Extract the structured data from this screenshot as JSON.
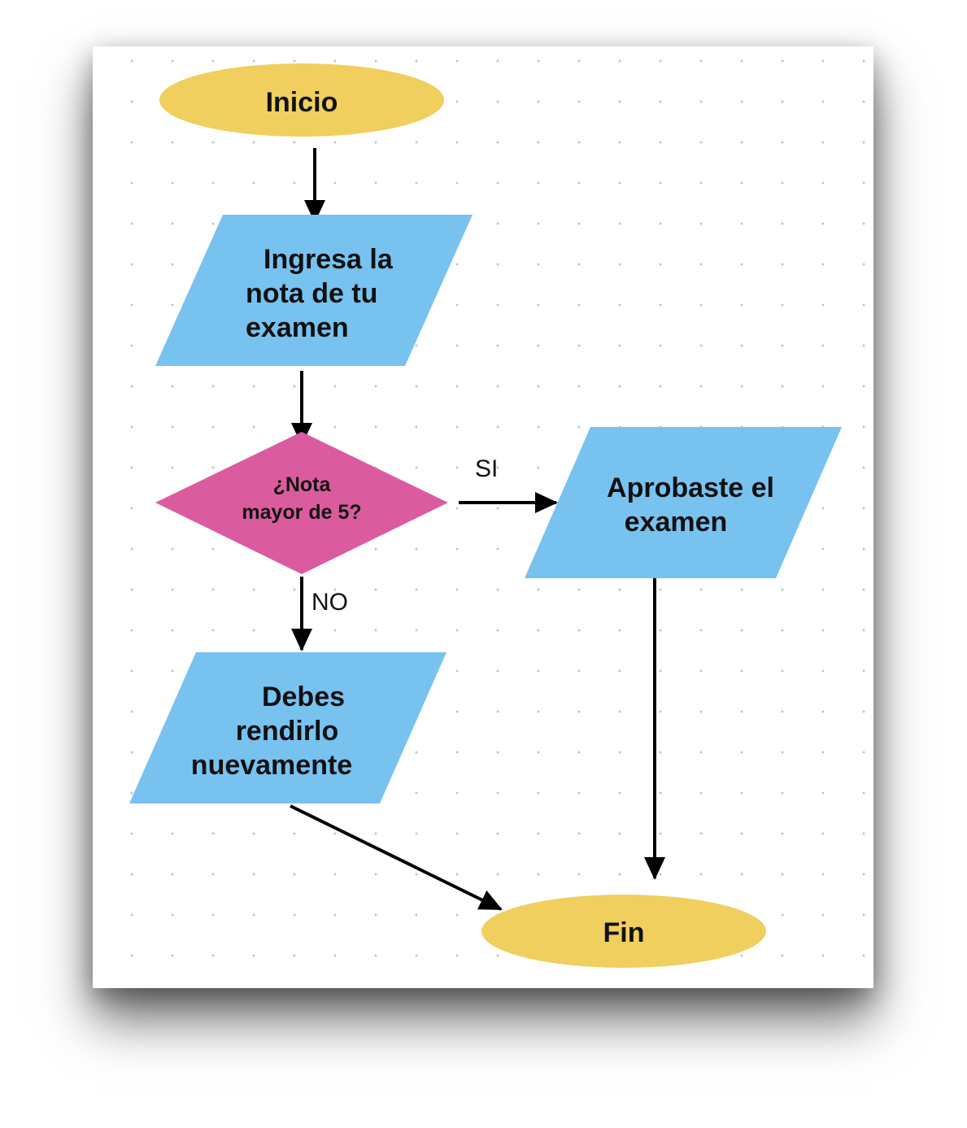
{
  "diagram": {
    "colors": {
      "terminal": "#F0CF5F",
      "io": "#78C2F0",
      "decision": "#DB5C9E",
      "edge": "#000000",
      "text": "#111111"
    },
    "nodes": {
      "start": {
        "lines": [
          "Inicio"
        ]
      },
      "input": {
        "lines": [
          "Ingresa la",
          "nota de tu",
          "examen"
        ]
      },
      "decision": {
        "lines": [
          "¿Nota",
          "mayor de 5?"
        ]
      },
      "passed": {
        "lines": [
          "Aprobaste el",
          "examen"
        ]
      },
      "retake": {
        "lines": [
          "Debes",
          "rendirlo",
          "nuevamente"
        ]
      },
      "end": {
        "lines": [
          "Fin"
        ]
      }
    },
    "edges": {
      "yes_label": "SI",
      "no_label": "NO"
    }
  }
}
